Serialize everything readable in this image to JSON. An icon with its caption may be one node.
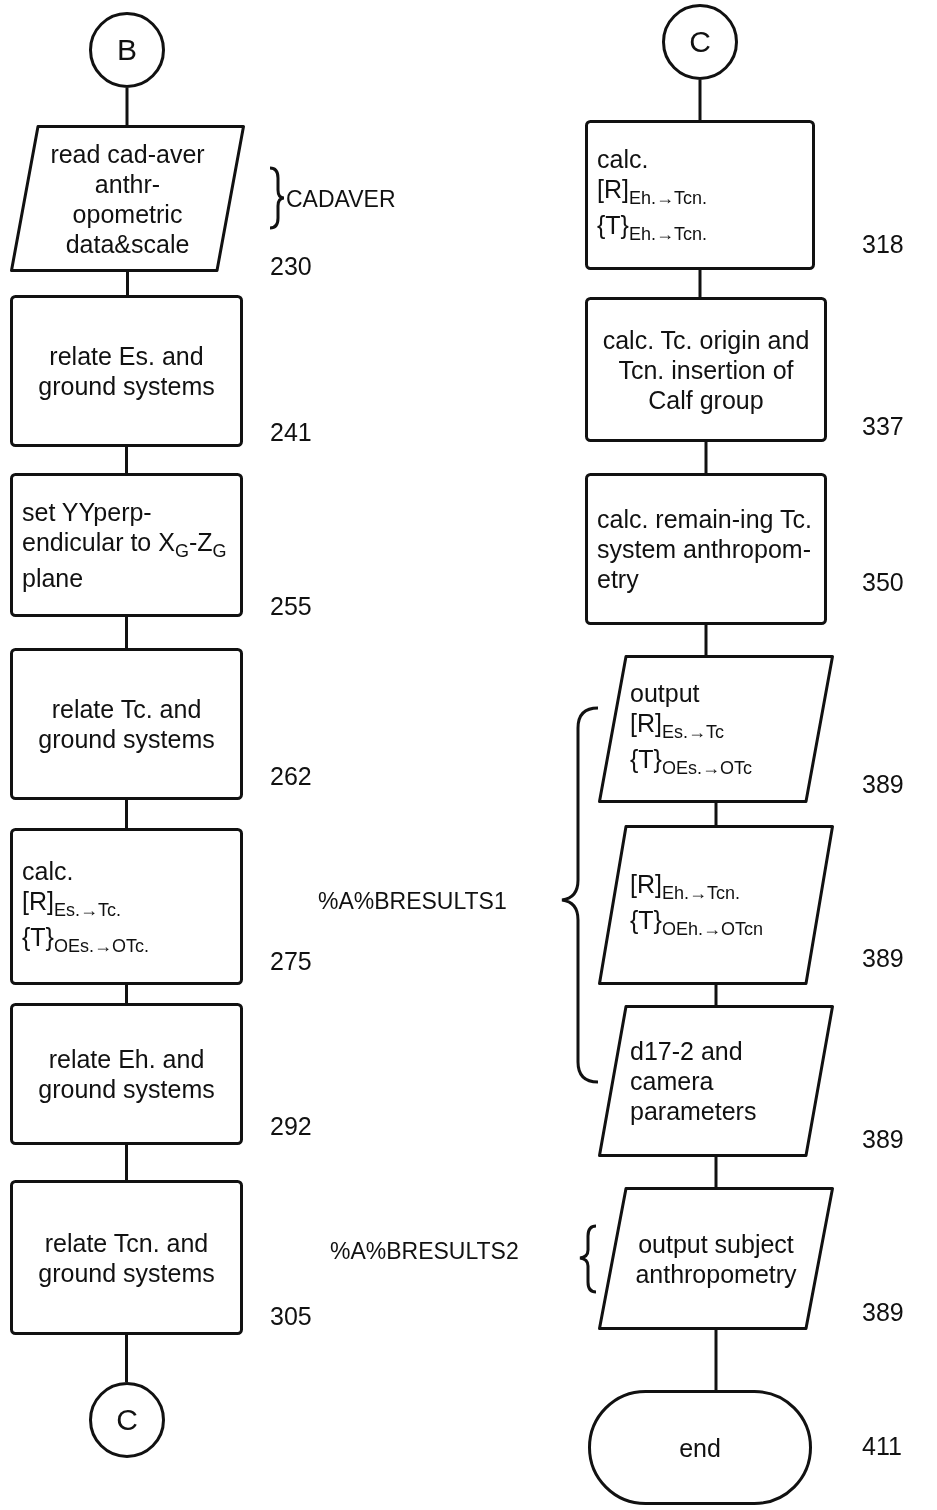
{
  "diagram": {
    "nodes": [
      {
        "text": [
          "B"
        ]
      },
      {
        "text": [
          "read cad-aver anthr-opometric data&scale"
        ],
        "beside": [
          "230"
        ]
      },
      {
        "text": [
          "relate Es. and ground systems"
        ],
        "beside": [
          "241"
        ]
      },
      {
        "text": [
          "set YYperp-endicular to X$_{G}$-Z$_{G}$ plane"
        ],
        "beside": [
          "255"
        ]
      },
      {
        "text": [
          "relate Tc. and ground systems"
        ],
        "beside": [
          "262"
        ]
      },
      {
        "text": [
          "calc.",
          "[R]$_{Es.→Tc.}$",
          "{T}$_{OEs.→OTc.}$"
        ],
        "beside": [
          "275"
        ]
      },
      {
        "text": [
          "relate Eh. and ground systems"
        ],
        "beside": [
          "292"
        ]
      },
      {
        "text": [
          "relate Tcn. and ground systems"
        ],
        "beside": [
          "305"
        ]
      },
      {
        "text": [
          "C"
        ]
      },
      {
        "text": [
          "C"
        ]
      },
      {
        "text": [
          "calc.",
          "[R]$_{Eh.→Tcn.}$",
          "{T}$_{Eh.→Tcn.}$"
        ],
        "beside": [
          "318"
        ]
      },
      {
        "text": [
          "calc. Tc. origin and Tcn. insertion of Calf group"
        ],
        "beside": [
          "337"
        ]
      },
      {
        "text": [
          "calc. remain-ing Tc. system anthropom-etry"
        ],
        "beside": [
          "350"
        ]
      },
      {
        "text": [
          "output",
          "[R]$_{Es.→Tc}$",
          "{T}$_{OEs.→OTc}$"
        ],
        "beside": [
          "389"
        ]
      },
      {
        "text": [
          "[R]$_{Eh.→Tcn.}$",
          "{T}$_{OEh.→OTcn}$"
        ],
        "beside": [
          "389"
        ]
      },
      {
        "text": [
          "d17-2 and camera parameters"
        ],
        "beside": [
          "389"
        ]
      },
      {
        "text": [
          "output subject anthropometry"
        ],
        "beside": [
          "389"
        ]
      },
      {
        "text": [
          "end"
        ],
        "beside": [
          "411"
        ]
      }
    ],
    "edges": [
      {
        "from": 0,
        "to": 1,
        "arrow": "none"
      },
      {
        "from": 1,
        "to": 2,
        "arrow": "none"
      },
      {
        "from": 2,
        "to": 3,
        "arrow": "none"
      },
      {
        "from": 3,
        "to": 4,
        "arrow": "none"
      },
      {
        "from": 4,
        "to": 5,
        "arrow": "none"
      },
      {
        "from": 5,
        "to": 6,
        "arrow": "none"
      },
      {
        "from": 6,
        "to": 7,
        "arrow": "none"
      },
      {
        "from": 7,
        "to": 8,
        "arrow": "none"
      },
      {
        "from": 9,
        "to": 10,
        "arrow": "none"
      },
      {
        "from": 10,
        "to": 11,
        "arrow": "none"
      },
      {
        "from": 11,
        "to": 12,
        "arrow": "none"
      },
      {
        "from": 12,
        "to": 13,
        "arrow": "none"
      },
      {
        "from": 13,
        "to": 14,
        "arrow": "none"
      },
      {
        "from": 14,
        "to": 15,
        "arrow": "none"
      },
      {
        "from": 15,
        "to": 16,
        "arrow": "none"
      },
      {
        "from": 16,
        "to": 17,
        "arrow": "none"
      }
    ],
    "labels": [
      "CADAVER",
      "%A%BRESULTS1",
      "%A%BRESULTS2"
    ]
  }
}
